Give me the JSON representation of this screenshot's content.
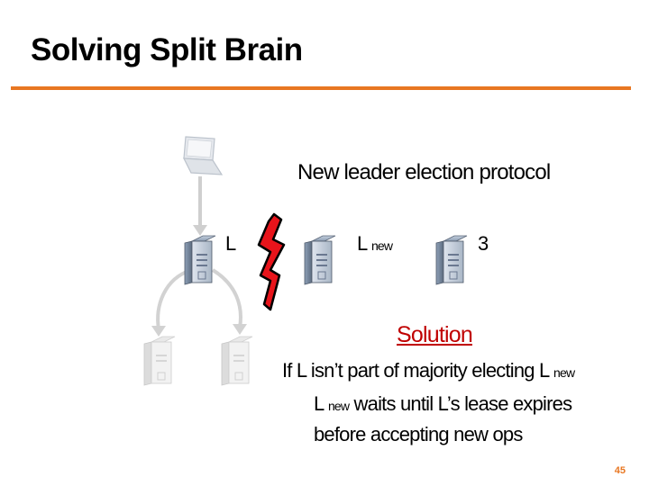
{
  "slide": {
    "title": "Solving Split Brain",
    "page_number": "45"
  },
  "diagram": {
    "protocol_label": "New leader election protocol",
    "old_leader_label": "L",
    "new_leader_label": "L",
    "new_leader_subscript": "new",
    "node3_label": "3"
  },
  "solution": {
    "heading": "Solution",
    "line1_text": "If L isn’t part of majority electing L",
    "line1_subscript": "new",
    "line2_text_a": "L",
    "line2_subscript": "new",
    "line2_text_b": " waits until L’s lease expires",
    "line3_text": "before accepting new ops"
  },
  "colors": {
    "accent": "#e87722",
    "solution_red": "#c00000",
    "partition_red": "#e8141b"
  },
  "icons": [
    "laptop-icon",
    "server-icon",
    "partition-bolt-icon",
    "arrow-icon"
  ]
}
